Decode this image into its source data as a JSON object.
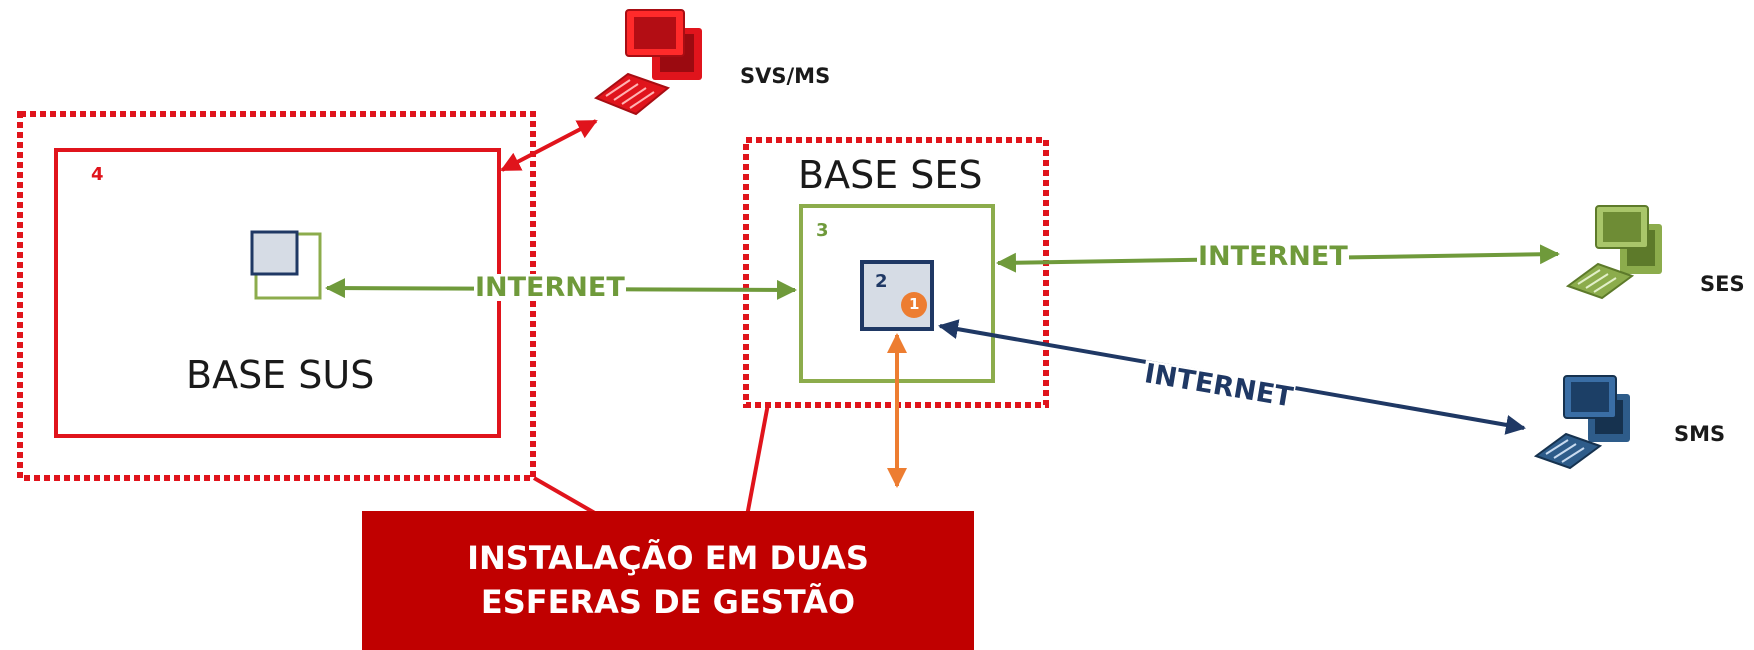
{
  "nodes": {
    "svs_ms": {
      "label": "SVS/MS",
      "color": "#e0141c"
    },
    "ses": {
      "label": "SES",
      "color": "#8cac4c"
    },
    "sms": {
      "label": "SMS",
      "color": "#1f4e79"
    }
  },
  "bases": {
    "sus": {
      "title": "BASE SUS",
      "number": "4"
    },
    "ses": {
      "title": "BASE SES",
      "number": "3"
    },
    "local": {
      "number": "2"
    },
    "marker": {
      "number": "1"
    }
  },
  "links": {
    "sus_ses": {
      "label": "INTERNET",
      "color": "#6f9a3b"
    },
    "ses_ses": {
      "label": "INTERNET",
      "color": "#6f9a3b"
    },
    "ses_sms": {
      "label": "INTERNET",
      "color": "#1f3864"
    }
  },
  "callout": {
    "line1": "INSTALAÇÃO EM DUAS",
    "line2": "ESFERAS DE GESTÃO"
  },
  "colors": {
    "red": "#e0141c",
    "green": "#8cac4c",
    "navy": "#1f3864",
    "orange": "#ed7d31",
    "callout_bg": "#c00000"
  }
}
